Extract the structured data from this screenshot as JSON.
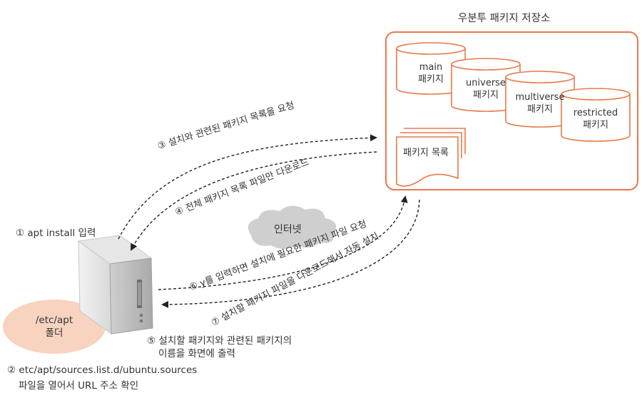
{
  "repo": {
    "title": "우분투 패키지 저장소",
    "packages": [
      {
        "line1": "main",
        "line2": "패키지"
      },
      {
        "line1": "universe",
        "line2": "패키지"
      },
      {
        "line1": "multiverse",
        "line2": "패키지"
      },
      {
        "line1": "restricted",
        "line2": "패키지"
      }
    ],
    "list_label": "패키지 목록"
  },
  "cloud_label": "인터넷",
  "folder": {
    "line1": "/etc/apt",
    "line2": "폴더"
  },
  "steps": {
    "s1": "① apt install 입력",
    "s2a": "② etc/apt/sources.list.d/ubuntu.sources",
    "s2b": "파일을 열어서 URL 주소 확인",
    "s3": "③ 설치와 관련된 패키지 목록을 요청",
    "s4": "④ 전체 패키지 목록 파일만 다운로드",
    "s5a": "⑤ 설치할 패키지와 관련된 패키지의",
    "s5b": "이름을 화면에 출력",
    "s6": "⑥ y를 입력하면 설치에 필요한 패키지 파일 요청",
    "s7": "⑦ 설치할 패키지 파일을 다운로드해서 자동 설치"
  },
  "colors": {
    "accent": "#e8794a",
    "folder_fill": "#f7d3c0",
    "cloud": "#cfcfcf"
  }
}
